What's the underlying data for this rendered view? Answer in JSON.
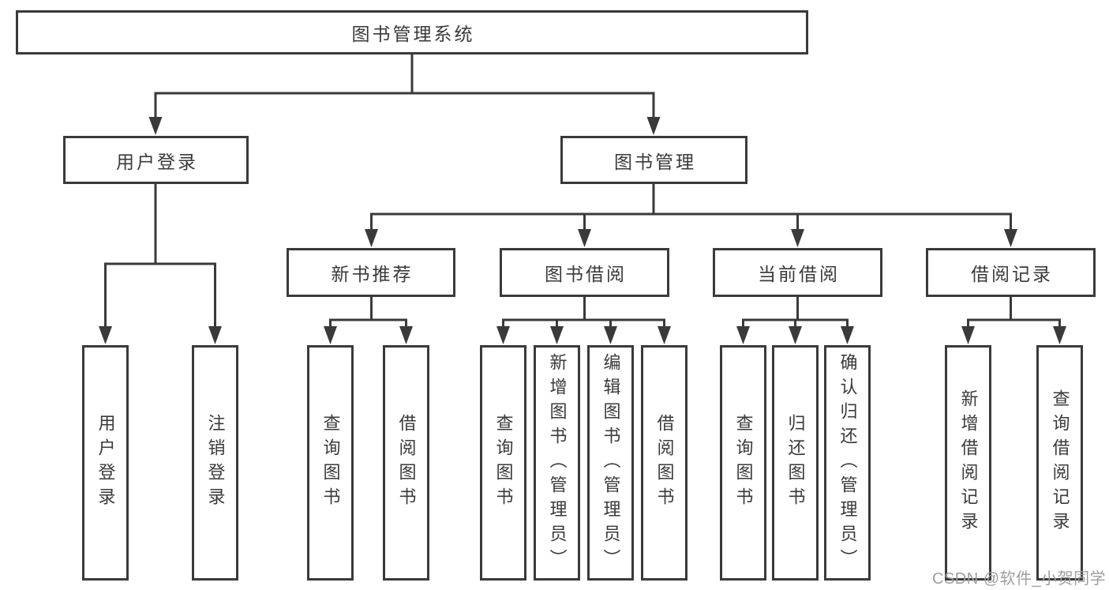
{
  "diagram": {
    "type": "hierarchy-tree",
    "root": {
      "label": "图书管理系统"
    },
    "level2": [
      {
        "label": "用户登录"
      },
      {
        "label": "图书管理"
      }
    ],
    "level3": [
      {
        "label": "新书推荐"
      },
      {
        "label": "图书借阅"
      },
      {
        "label": "当前借阅"
      },
      {
        "label": "借阅记录"
      }
    ],
    "level4": [
      {
        "label": "用户登录"
      },
      {
        "label": "注销登录"
      },
      {
        "label": "查询图书"
      },
      {
        "label": "借阅图书"
      },
      {
        "label": "查询图书"
      },
      {
        "label": "新增图书（管理员）"
      },
      {
        "label": "编辑图书（管理员）"
      },
      {
        "label": "借阅图书"
      },
      {
        "label": "查询图书"
      },
      {
        "label": "归还图书"
      },
      {
        "label": "确认归还（管理员）"
      },
      {
        "label": "新增借阅记录"
      },
      {
        "label": "查询借阅记录"
      }
    ],
    "edges": [
      {
        "from": "图书管理系统",
        "to": "用户登录"
      },
      {
        "from": "图书管理系统",
        "to": "图书管理"
      },
      {
        "from": "用户登录",
        "to": "用户登录"
      },
      {
        "from": "用户登录",
        "to": "注销登录"
      },
      {
        "from": "图书管理",
        "to": "新书推荐"
      },
      {
        "from": "图书管理",
        "to": "图书借阅"
      },
      {
        "from": "图书管理",
        "to": "当前借阅"
      },
      {
        "from": "图书管理",
        "to": "借阅记录"
      },
      {
        "from": "新书推荐",
        "to": "查询图书"
      },
      {
        "from": "新书推荐",
        "to": "借阅图书"
      },
      {
        "from": "图书借阅",
        "to": "查询图书"
      },
      {
        "from": "图书借阅",
        "to": "新增图书（管理员）"
      },
      {
        "from": "图书借阅",
        "to": "编辑图书（管理员）"
      },
      {
        "from": "图书借阅",
        "to": "借阅图书"
      },
      {
        "from": "当前借阅",
        "to": "查询图书"
      },
      {
        "from": "当前借阅",
        "to": "归还图书"
      },
      {
        "from": "当前借阅",
        "to": "确认归还（管理员）"
      },
      {
        "from": "借阅记录",
        "to": "新增借阅记录"
      },
      {
        "from": "借阅记录",
        "to": "查询借阅记录"
      }
    ],
    "colors": {
      "line": "#3a3a3c",
      "text": "#3a3a3c",
      "node_background": "#ffffff",
      "page_background": "#ffffff",
      "watermark": "#9e9e9e"
    }
  },
  "watermark": {
    "text": "CSDN @软件_小贺同学"
  }
}
